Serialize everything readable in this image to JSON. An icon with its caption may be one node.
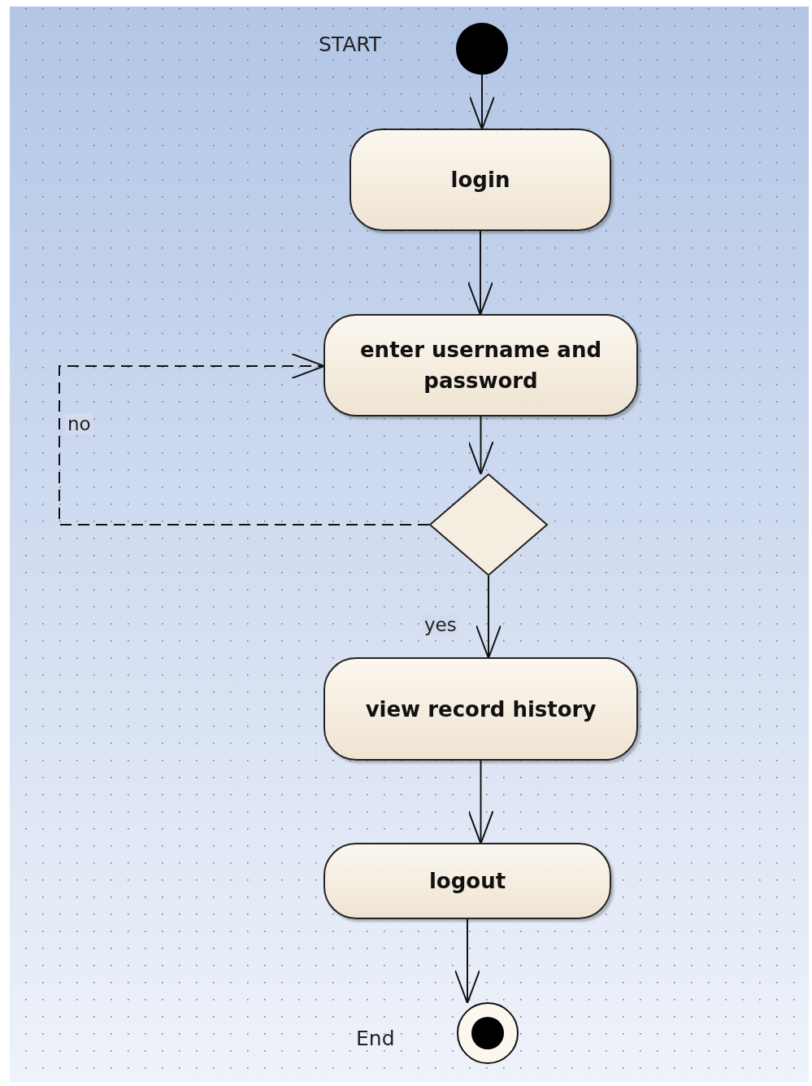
{
  "diagram": {
    "nodes": [
      {
        "text": [],
        "shape": "circle",
        "beside": [
          "START"
        ]
      },
      {
        "text": [
          "login"
        ]
      },
      {
        "text": [
          "enter username and password"
        ]
      },
      {
        "text": [],
        "shape": "diamond"
      },
      {
        "text": [
          "view record history"
        ]
      },
      {
        "text": [
          "logout"
        ]
      },
      {
        "text": [],
        "shape": "circle",
        "beside": [
          "End"
        ]
      }
    ],
    "edges": [
      {
        "from": 0,
        "to": 1,
        "arrow": "to"
      },
      {
        "from": 1,
        "to": 2,
        "arrow": "to"
      },
      {
        "from": 2,
        "to": 3,
        "arrow": "to"
      },
      {
        "from": 3,
        "to": 2,
        "arrow": "to",
        "label": "no",
        "style": "dashed"
      },
      {
        "from": 3,
        "to": 4,
        "arrow": "to",
        "label": "yes"
      },
      {
        "from": 4,
        "to": 5,
        "arrow": "to"
      },
      {
        "from": 5,
        "to": 6,
        "arrow": "to"
      }
    ]
  }
}
